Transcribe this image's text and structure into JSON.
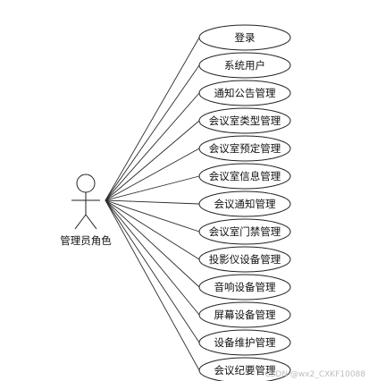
{
  "actor": {
    "label": "管理员角色"
  },
  "use_cases": [
    "登录",
    "系统用户",
    "通知公告管理",
    "会议室类型管理",
    "会议室预定管理",
    "会议室信息管理",
    "会议通知管理",
    "会议室门禁管理",
    "投影仪设备管理",
    "音响设备管理",
    "屏幕设备管理",
    "设备维护管理",
    "会议纪要管理"
  ],
  "watermark": "CSDN @wx2_CXKF10088",
  "colors": {
    "stroke": "#222222",
    "background": "#ffffff",
    "text": "#111111"
  }
}
